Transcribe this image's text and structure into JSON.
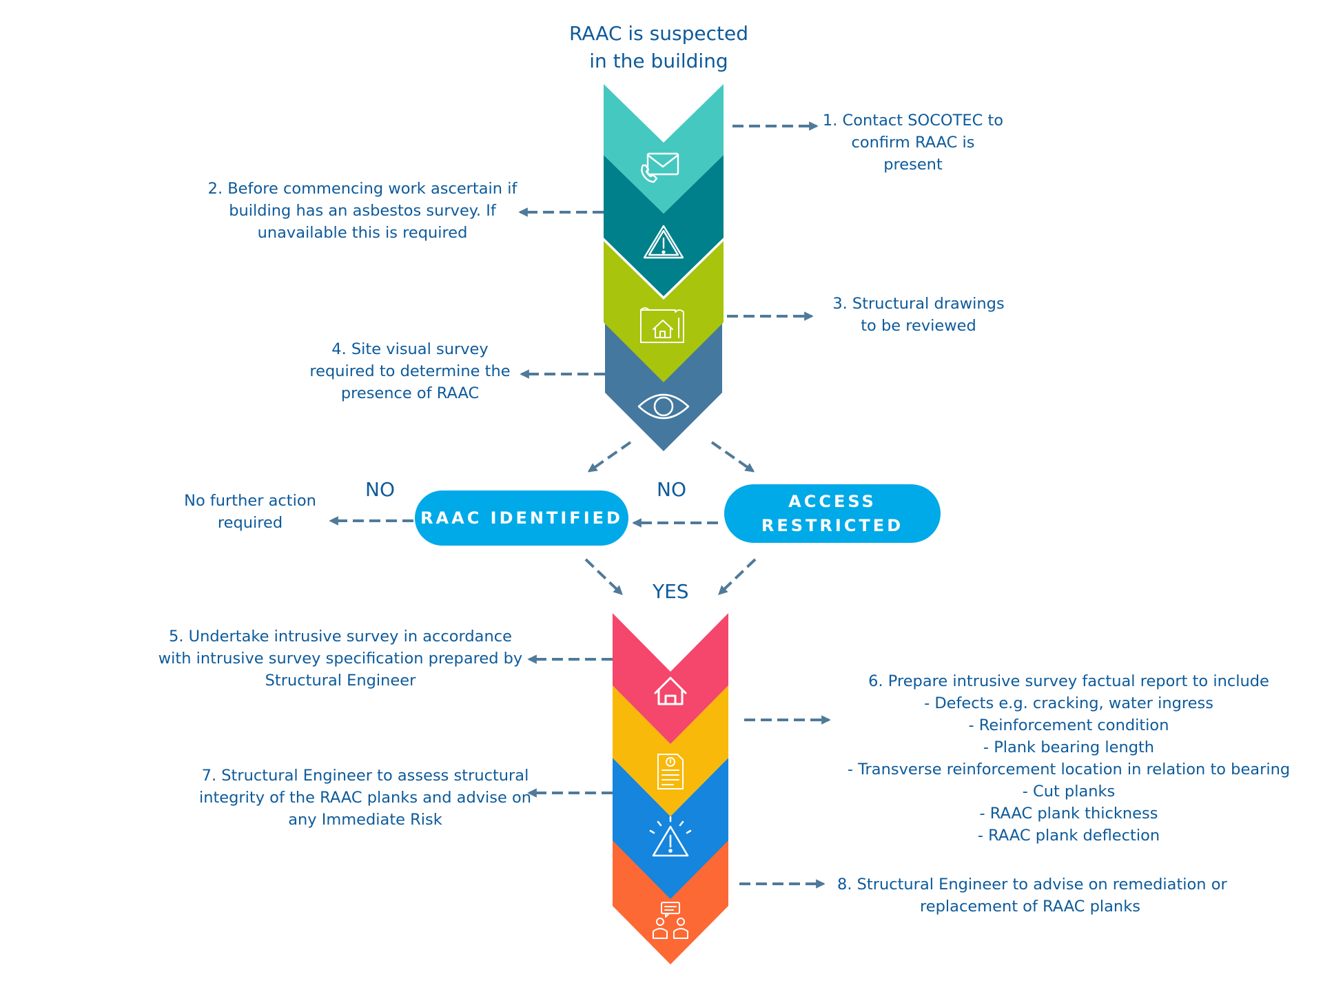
{
  "start": {
    "lines": [
      "RAAC is suspected",
      "in the building"
    ]
  },
  "steps": {
    "s1": {
      "lines": [
        "1. Contact SOCOTEC to",
        "confirm RAAC is",
        "present"
      ]
    },
    "s2": {
      "lines": [
        "2. Before commencing work ascertain if",
        "building has an asbestos survey. If",
        "unavailable this is required"
      ]
    },
    "s3": {
      "lines": [
        "3. Structural drawings",
        "to be reviewed"
      ]
    },
    "s4": {
      "lines": [
        "4. Site visual survey",
        "required to determine the",
        "presence of RAAC"
      ]
    },
    "s5": {
      "lines": [
        "5. Undertake intrusive survey in accordance",
        "with intrusive survey specification prepared by",
        "Structural Engineer"
      ]
    },
    "s6": {
      "lines": [
        "6. Prepare intrusive survey factual report to include",
        "- Defects e.g. cracking, water ingress",
        "- Reinforcement condition",
        "- Plank bearing length",
        "- Transverse reinforcement location in relation to bearing",
        "- Cut planks",
        "- RAAC plank thickness",
        "- RAAC plank deflection"
      ]
    },
    "s7": {
      "lines": [
        "7. Structural Engineer to assess structural",
        "integrity of the RAAC planks and advise on",
        "any Immediate Risk"
      ]
    },
    "s8": {
      "lines": [
        "8. Structural Engineer to advise on remediation or",
        "replacement of RAAC planks"
      ]
    }
  },
  "decisions": {
    "raac_identified": {
      "lines": [
        "RAAC IDENTIFIED"
      ],
      "color": "#00a9e8"
    },
    "access_restricted": {
      "lines": [
        "ACCESS",
        "RESTRICTED"
      ],
      "color": "#00a9e8"
    }
  },
  "outcomes": {
    "no_action": {
      "lines": [
        "No further action",
        "required"
      ]
    },
    "no_left": "NO",
    "no_right": "NO",
    "yes": "YES"
  },
  "top_chevrons": [
    {
      "color": "#45c8c0",
      "icon": "envelope-phone-icon"
    },
    {
      "color": "#00808a",
      "icon": "warning-triangle-icon"
    },
    {
      "color": "#a8c40d",
      "icon": "house-blueprint-icon"
    },
    {
      "color": "#44789f",
      "icon": "eye-icon"
    }
  ],
  "bottom_chevrons": [
    {
      "color": "#f4476b",
      "icon": "house-icon"
    },
    {
      "color": "#f9b90a",
      "icon": "report-document-icon"
    },
    {
      "color": "#1585dd",
      "icon": "alert-triangle-icon"
    },
    {
      "color": "#fd6934",
      "icon": "consultation-people-icon"
    }
  ],
  "arrow_color": "#4f7a9a"
}
